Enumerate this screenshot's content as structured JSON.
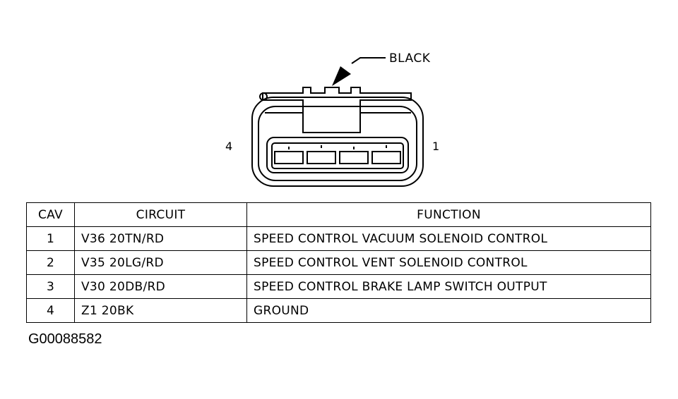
{
  "connector": {
    "color_label": "BLACK",
    "pin_left_label": "4",
    "pin_right_label": "1"
  },
  "table": {
    "headers": {
      "cav": "CAV",
      "circuit": "CIRCUIT",
      "function": "FUNCTION"
    },
    "rows": [
      {
        "cav": "1",
        "circuit": "V36 20TN/RD",
        "function": "SPEED CONTROL VACUUM SOLENOID CONTROL"
      },
      {
        "cav": "2",
        "circuit": "V35 20LG/RD",
        "function": "SPEED CONTROL VENT SOLENOID CONTROL"
      },
      {
        "cav": "3",
        "circuit": "V30 20DB/RD",
        "function": "SPEED CONTROL BRAKE LAMP SWITCH OUTPUT"
      },
      {
        "cav": "4",
        "circuit": "Z1 20BK",
        "function": "GROUND"
      }
    ]
  },
  "figure_id": "G00088582"
}
